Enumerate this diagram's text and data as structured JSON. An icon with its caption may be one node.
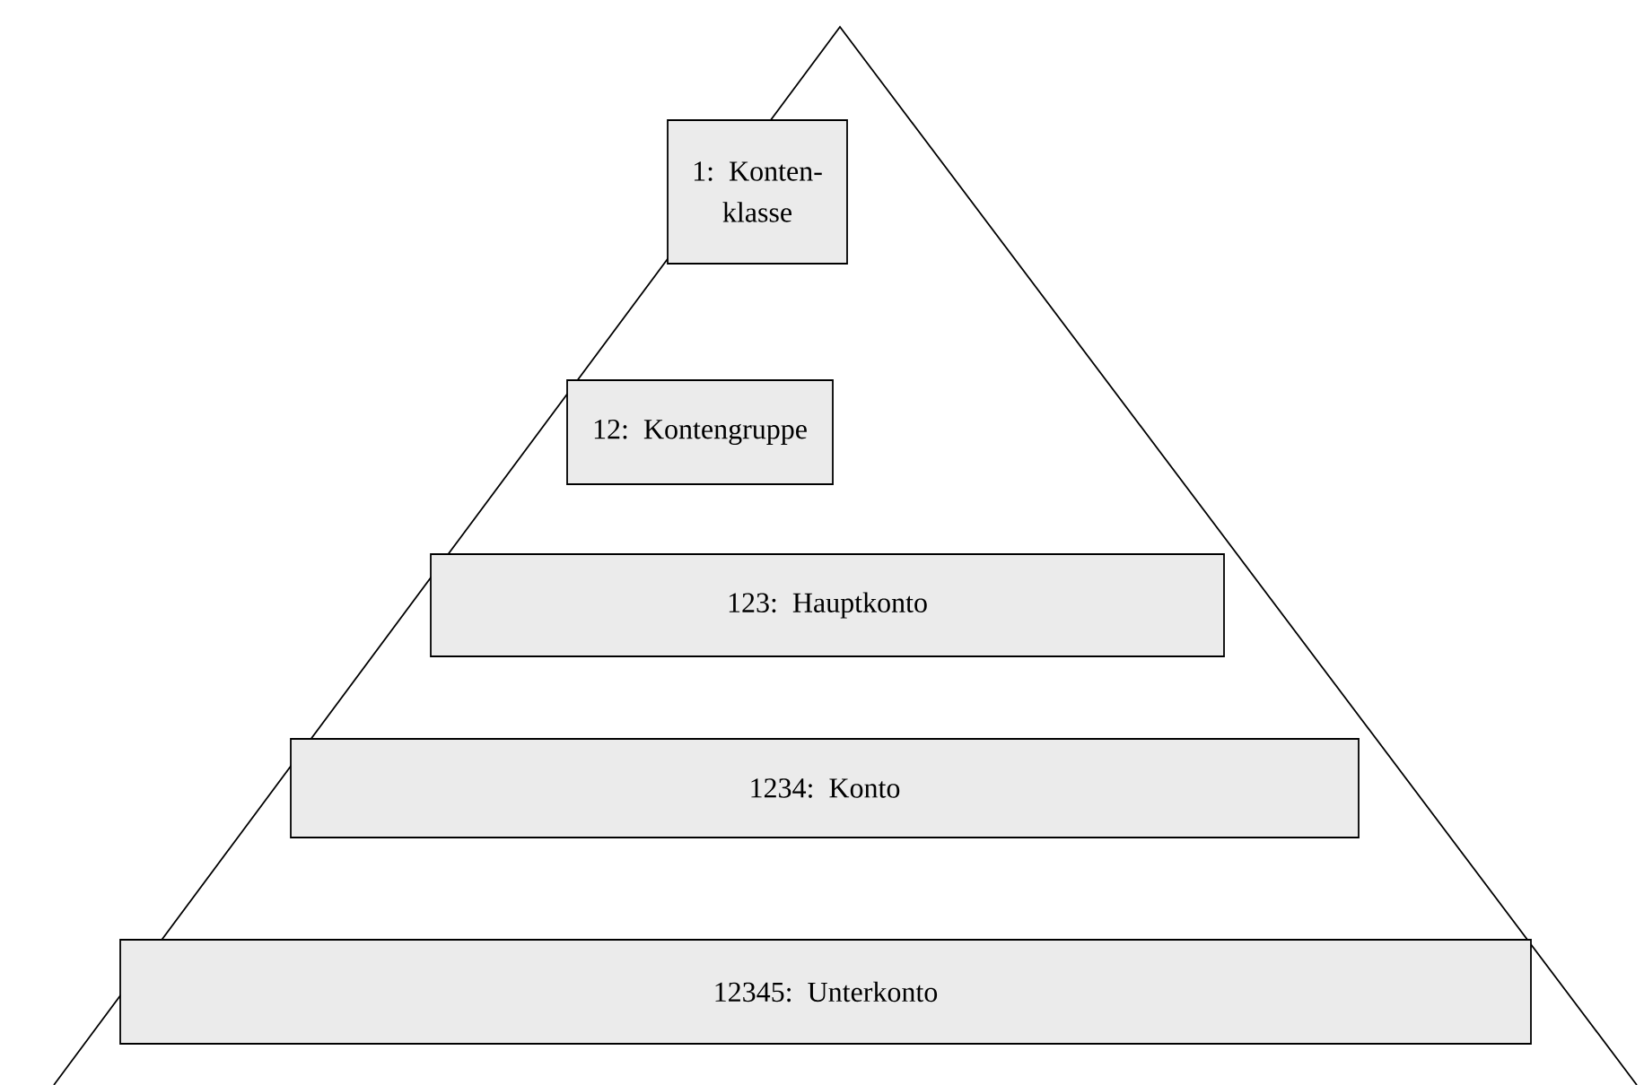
{
  "diagram": {
    "nodes": [
      {
        "text": [
          "1: Konten- klasse"
        ]
      },
      {
        "text": [
          "12: Kontengruppe"
        ]
      },
      {
        "text": [
          "123: Hauptkonto"
        ]
      },
      {
        "text": [
          "1234:  Konto"
        ]
      },
      {
        "text": [
          "12345: Unterkonto"
        ]
      }
    ]
  }
}
